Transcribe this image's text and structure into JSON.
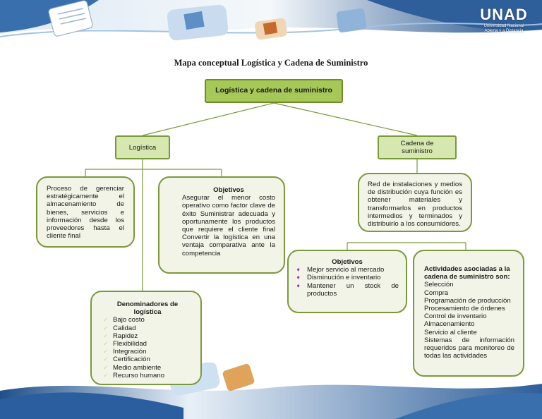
{
  "logo": {
    "mark": "UNAD",
    "line1": "Universidad Nacional",
    "line2": "Abierta y a Distancia"
  },
  "title": "Mapa conceptual Logística y Cadena de Suministro",
  "root": "Logística y cadena de suministro",
  "logistica": {
    "label": "Logística",
    "definition": "Proceso de gerenciar estratégicamente el almacenamiento de bienes, servicios e información desde los proveedores hasta el cliente final",
    "objetivos": {
      "title": "Objetivos",
      "text": "Asegurar el menor costo operativo como factor clave de éxito Suministrar adecuada y oportunamente los productos que requiere el cliente final Convertir la logística en una ventaja comparativa ante la competencia"
    },
    "denominadores": {
      "title": "Denominadores de logística",
      "items": [
        "Bajo costo",
        "Calidad",
        "Rapidez",
        "Flexibilidad",
        "Integración",
        "Certificación",
        "Medio ambiente",
        "Recurso humano"
      ]
    }
  },
  "cadena": {
    "label": "Cadena de suministro",
    "definition": "Red de instalaciones y medios de distribución cuya función es obtener materiales y transformarlos en productos intermedios y terminados y distribuirlo a los consumidores.",
    "objetivos": {
      "title": "Objetivos",
      "items": [
        "Mejor servicio al mercado",
        "Disminución e inventario",
        "Mantener un stock de productos"
      ]
    },
    "actividades": {
      "title": "Actividades asociadas a la cadena de suministro son:",
      "items": [
        "Selección",
        "Compra",
        "Programación de producción",
        "Procesamiento de órdenes",
        "Control de inventario",
        "Almacenamiento",
        "Servicio al cliente",
        "Sistemas de información requeridos para monitoreo de todas las actividades"
      ]
    }
  },
  "colors": {
    "dark_green": "#a6c857",
    "light_green": "#d6e7b0",
    "box_fill": "#f1f4e6",
    "border": "#7a9a3a",
    "banner_blue": "#2f5f9a"
  }
}
